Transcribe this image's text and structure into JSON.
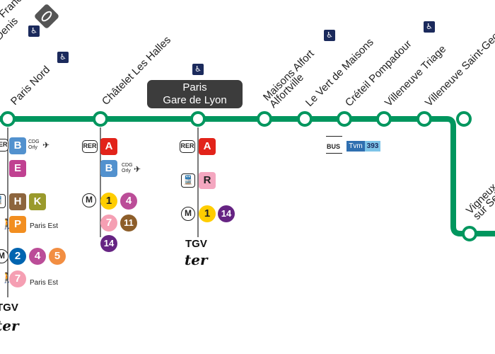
{
  "line_color": "#00965e",
  "stations": [
    {
      "name": "Stade de France",
      "name2": "Saint-Denis",
      "accessible": true,
      "accessible_icon": "wheelchair-icon"
    },
    {
      "name": "Paris Nord",
      "accessible": true,
      "accessible_icon": "wheelchair-icon"
    },
    {
      "name": "Châtelet Les Halles"
    },
    {
      "name": "Paris",
      "name2": "Gare de Lyon",
      "accessible": true,
      "accessible_icon": "wheelchair-icon"
    },
    {
      "name": "Maisons Alfort",
      "name2": "Alfortville",
      "accessible": true,
      "accessible_icon": "wheelchair-icon"
    },
    {
      "name": "Le Vert de Maisons"
    },
    {
      "name": "Créteil Pompadour",
      "accessible": true,
      "accessible_icon": "wheelchair-icon"
    },
    {
      "name": "Villeneuve Triage"
    },
    {
      "name": "Villeneuve Saint-Georges"
    },
    {
      "name": "Vigneux",
      "name2": "sur Seine"
    }
  ],
  "connections": {
    "paris_nord": {
      "rer_label": "RER",
      "rer": [
        "B",
        "E"
      ],
      "airport": "CDG\nOrly",
      "transilien": [
        "H",
        "K",
        "P"
      ],
      "p_dest": "Paris Est",
      "metro_label": "M",
      "metro": [
        "2",
        "4",
        "5",
        "7"
      ],
      "m7_dest": "Paris Est",
      "tgv": "TGV",
      "ter": "ter"
    },
    "chatelet": {
      "rer_label": "RER",
      "rer": [
        "A",
        "B"
      ],
      "airport": "CDG\nOrly",
      "metro_label": "M",
      "metro": [
        "1",
        "4",
        "7",
        "11",
        "14"
      ]
    },
    "gare_de_lyon": {
      "rer_label": "RER",
      "rer": [
        "A"
      ],
      "transilien": [
        "R"
      ],
      "metro_label": "M",
      "metro": [
        "1",
        "14"
      ],
      "tgv": "TGV",
      "ter": "ter"
    },
    "pompadour": {
      "bus_label": "BUS",
      "tvm": "Tvm",
      "bus_line": "393"
    }
  },
  "badge_colors": {
    "A": "#e2231a",
    "B": "#5291ce",
    "E": "#c04191",
    "H": "#8d653d",
    "K": "#9a9a2c",
    "P": "#f28e20",
    "R": "#f4a7c0",
    "M1": "#ffcd00",
    "M2": "#0064b0",
    "M4": "#bb4d98",
    "M5": "#f28e42",
    "M7": "#f59fb3",
    "M11": "#8d5e2a",
    "M14": "#662483"
  }
}
